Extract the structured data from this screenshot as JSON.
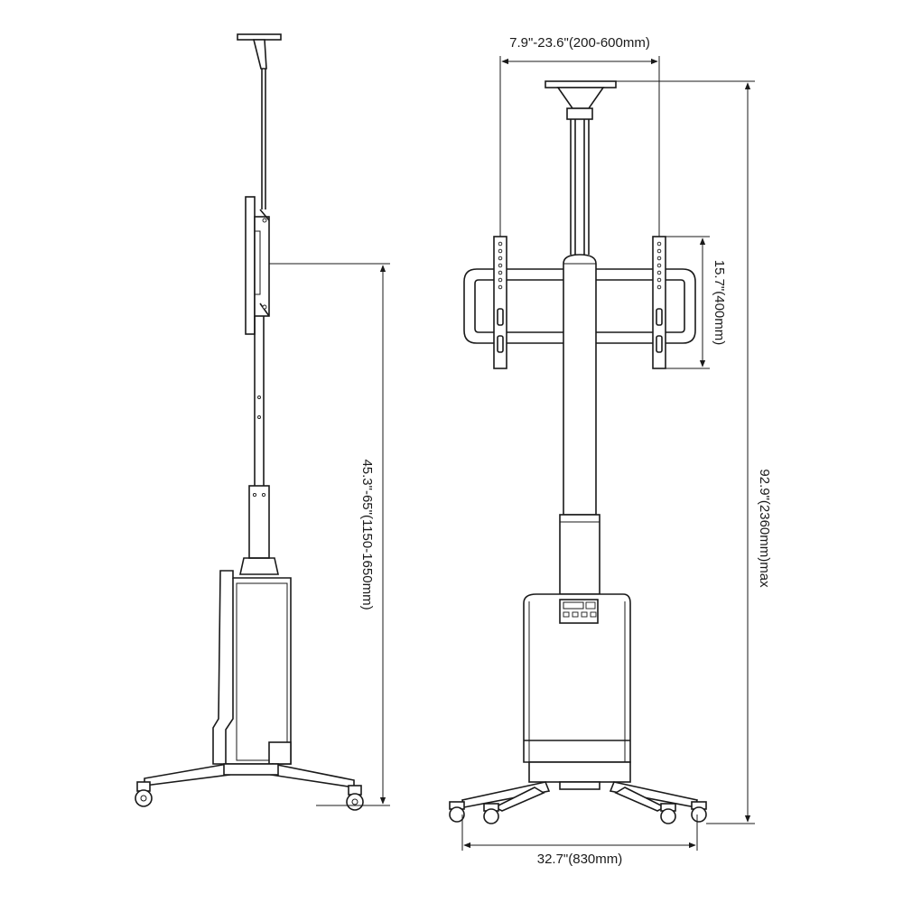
{
  "dimensions": {
    "vesa_width": "7.9\"-23.6\"(200-600mm)",
    "vesa_height": "15.7\"(400mm)",
    "height_range": "45.3\"-65\"(1150-1650mm)",
    "total_height": "92.9\"(2360mm)max",
    "base_width": "32.7\"(830mm)"
  }
}
